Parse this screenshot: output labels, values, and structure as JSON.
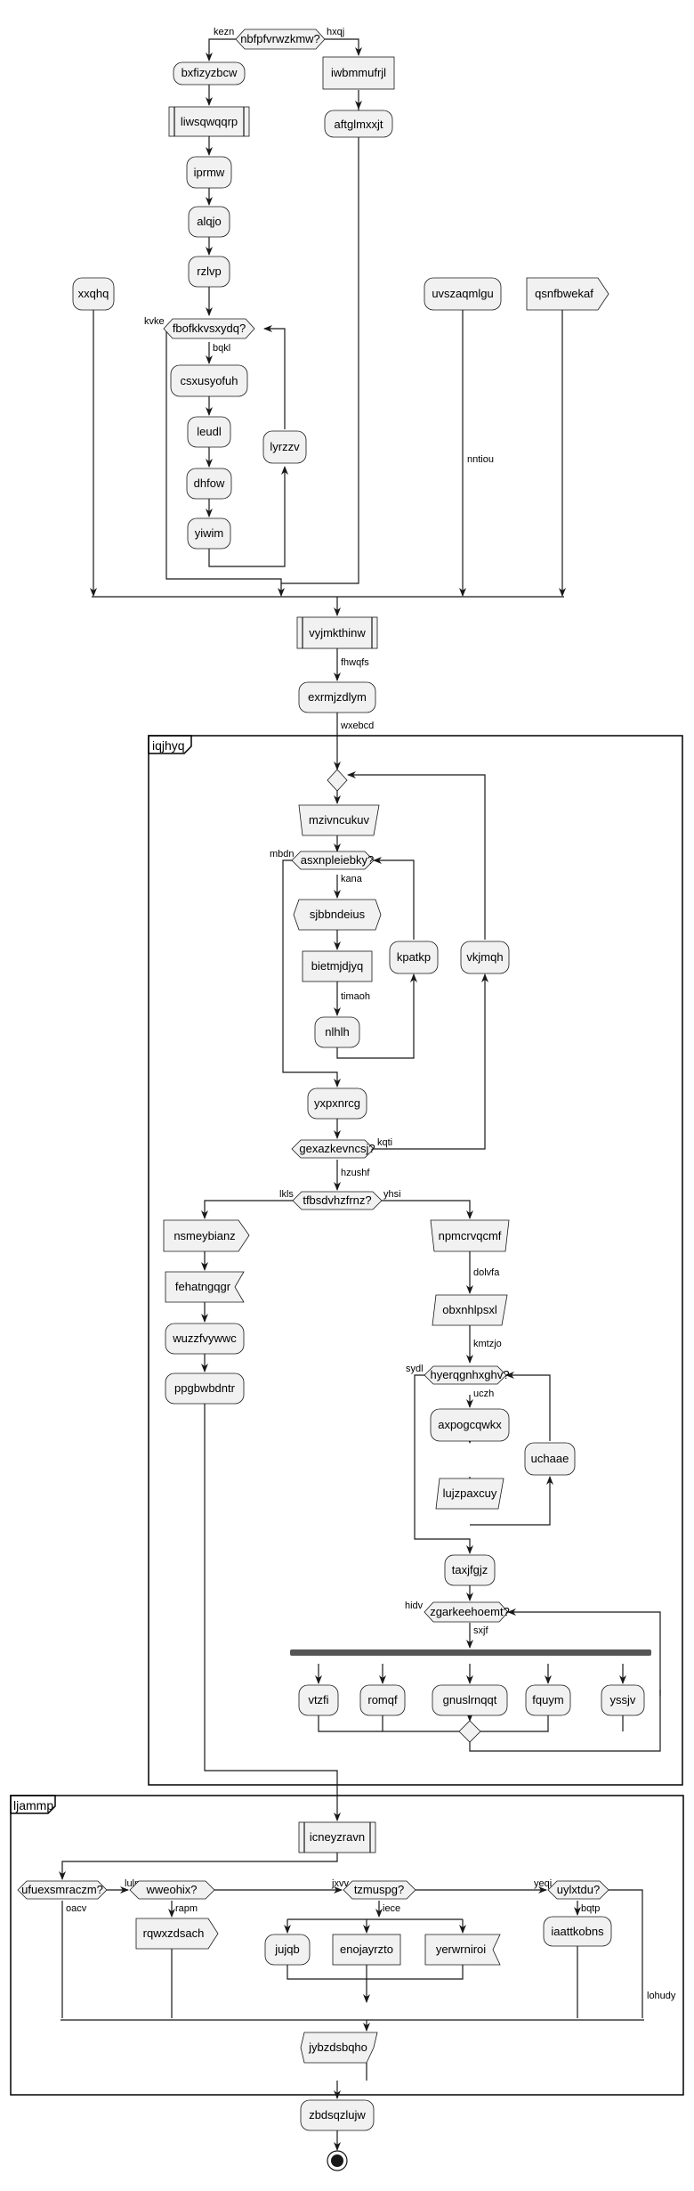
{
  "nodes": {
    "d_top": "nbfpfvrwzkmw?",
    "d_top_left": "kezn",
    "d_top_right": "hxqj",
    "bxfizyzbcw": "bxfizyzbcw",
    "iwbmmufrjl": "iwbmmufrjl",
    "liwsqwqqrp": "liwsqwqqrp",
    "aftglmxxjt": "aftglmxxjt",
    "iprmw": "iprmw",
    "alqjo": "alqjo",
    "rzlvp": "rzlvp",
    "xxqhq": "xxqhq",
    "uvszaqmlgu": "uvszaqmlgu",
    "qsnfbwekaf": "qsnfbwekaf",
    "d_fbo": "fbofkkvsxydq?",
    "d_fbo_left": "kvke",
    "d_fbo_below": "bqkl",
    "csxusyofuh": "csxusyofuh",
    "leudl": "leudl",
    "lyrzzv": "lyrzzv",
    "dhfow": "dhfow",
    "yiwim": "yiwim",
    "nntiou": "nntiou",
    "vyjmkthinw": "vyjmkthinw",
    "fhwqfs": "fhwqfs",
    "exrmjzdlym": "exrmjzdlym",
    "wxebcd": "wxebcd",
    "mzivncukuv": "mzivncukuv",
    "d_asx": "asxnpleiebky?",
    "d_asx_left": "mbdn",
    "d_asx_below": "kana",
    "sjbbndeius": "sjbbndeius",
    "bietmjdjyq": "bietmjdjyq",
    "timaoh": "timaoh",
    "nlhlh": "nlhlh",
    "kpatkp": "kpatkp",
    "vkjmqh": "vkjmqh",
    "yxpxnrcg": "yxpxnrcg",
    "d_gex": "gexazkevncsj?",
    "d_gex_right": "kqti",
    "hzushf": "hzushf",
    "d_tfb": "tfbsdvhzfrnz?",
    "d_tfb_left": "lkls",
    "d_tfb_right": "yhsi",
    "nsmeybianz": "nsmeybianz",
    "npmcrvqcmf": "npmcrvqcmf",
    "dolvfa": "dolvfa",
    "fehatngqgr": "fehatngqgr",
    "obxnhlpsxl": "obxnhlpsxl",
    "kmtzjo": "kmtzjo",
    "wuzzfvywwc": "wuzzfvywwc",
    "ppgbwbdntr": "ppgbwbdntr",
    "d_hye": "hyerqgnhxghv?",
    "d_hye_left": "sydl",
    "d_hye_below": "uczh",
    "axpogcqwkx": "axpogcqwkx",
    "uchaae": "uchaae",
    "lujzpaxcuy": "lujzpaxcuy",
    "taxjfgjz": "taxjfgjz",
    "d_zga": "zgarkeehoemt?",
    "d_zga_left": "hidv",
    "d_zga_below": "sxjf",
    "vtzfi": "vtzfi",
    "romqf": "romqf",
    "gnuslrnqqt": "gnuslrnqqt",
    "fquym": "fquym",
    "yssjv": "yssjv",
    "icneyzravn": "icneyzravn",
    "d_ufu": "ufuexsmraczm?",
    "d_ufu_right": "lulp",
    "d_ufu_below": "oacv",
    "d_wwe": "wweohix?",
    "d_wwe_right": "jxvv",
    "d_wwe_below": "rapm",
    "d_tzm": "tzmuspg?",
    "d_tzm_right": "yeqi",
    "d_tzm_below": "iece",
    "d_uyl": "uylxtdu?",
    "d_uyl_below": "bqtp",
    "lohudy": "lohudy",
    "rqwxzdsach": "rqwxzdsach",
    "jujqb": "jujqb",
    "enojayrzto": "enojayrzto",
    "yerwrniroi": "yerwrniroi",
    "iaattkobns": "iaattkobns",
    "jybzdsbqho": "jybzdsbqho",
    "zbdsqzlujw": "zbdsqzlujw"
  },
  "partitions": {
    "p1": "iqjhyq",
    "p2": "ljammp"
  },
  "colors": {
    "node_fill": "#f1f1f1",
    "stroke": "#181818",
    "background": "#ffffff"
  }
}
